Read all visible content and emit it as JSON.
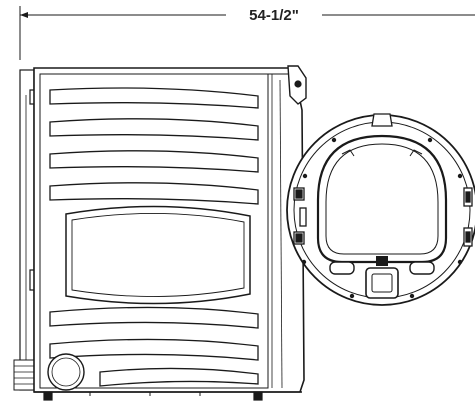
{
  "dimension": {
    "label": "54-1/2\""
  },
  "colors": {
    "stroke": "#1a1a1a",
    "fill": "#ffffff",
    "dark": "#111111"
  },
  "icons": {
    "side_view": "dryer-side-view",
    "door_view": "dryer-door-open-view"
  }
}
